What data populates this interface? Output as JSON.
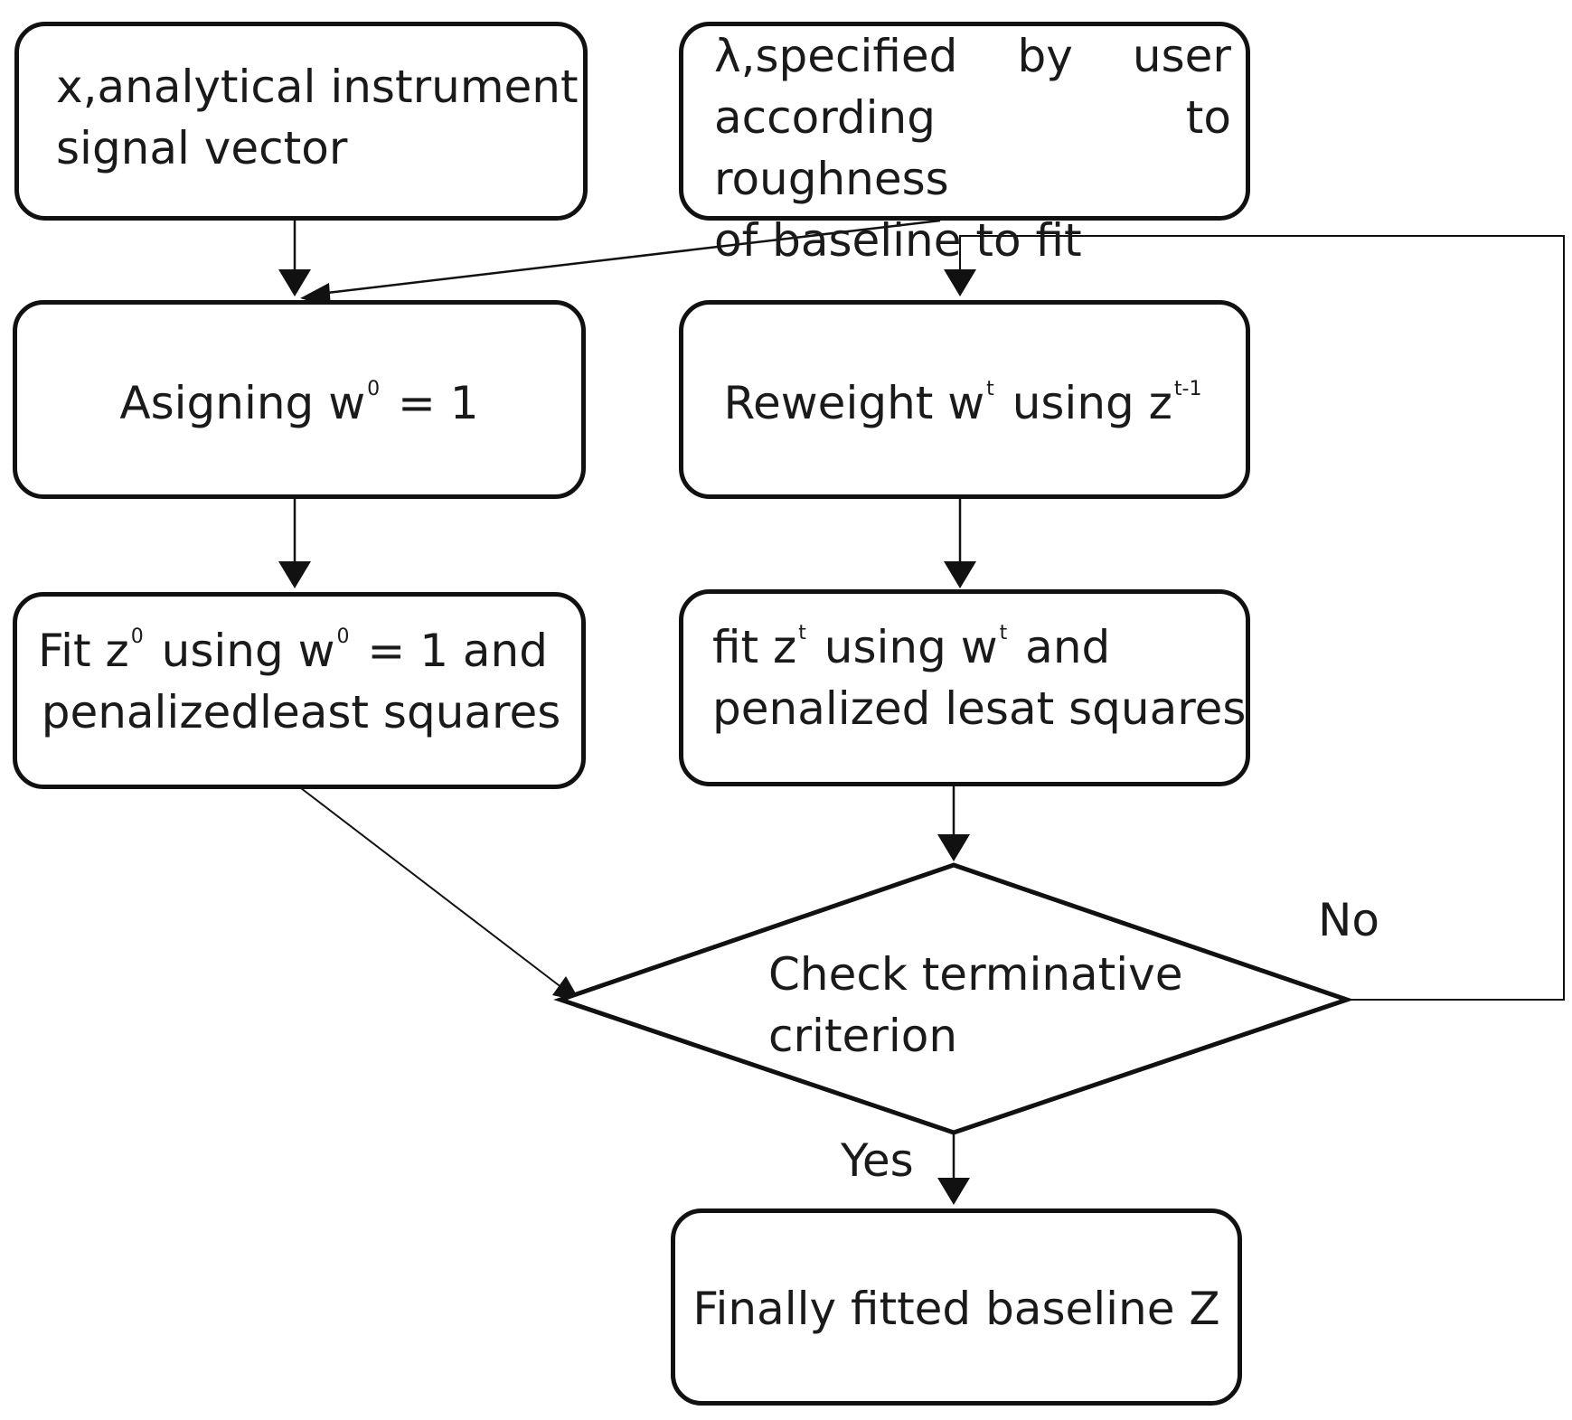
{
  "nodes": {
    "input_signal": {
      "line1": "x,analytical instrument",
      "line2": "signal vector"
    },
    "input_lambda": {
      "line1": "λ,specified by user",
      "line2": "according to roughness",
      "line3": "of baseline to fit"
    },
    "assign": {
      "text_pre": "Asigning w",
      "sup": "0",
      "text_post": " = 1"
    },
    "fit_initial": {
      "l1_a": "Fit  z",
      "l1_sup1": "0",
      "l1_b": " using  w",
      "l1_sup2": "0",
      "l1_c": "  =  1  and",
      "line2": "penalizedleast squares"
    },
    "reweight": {
      "text_a": "Reweight w",
      "sup1": "t",
      "text_b": " using z",
      "sup2": "t-1"
    },
    "fit_iter": {
      "l1_a": "fit   z",
      "l1_sup1": "t",
      "l1_b": "   using   w",
      "l1_sup2": "t",
      "l1_c": "   and",
      "line2": "penalized lesat squares"
    },
    "decision": {
      "line1": "Check   terminative",
      "line2": "criterion"
    },
    "final": {
      "text": "Finally fitted baseline Z"
    }
  },
  "edge_labels": {
    "no": "No",
    "yes": "Yes"
  }
}
